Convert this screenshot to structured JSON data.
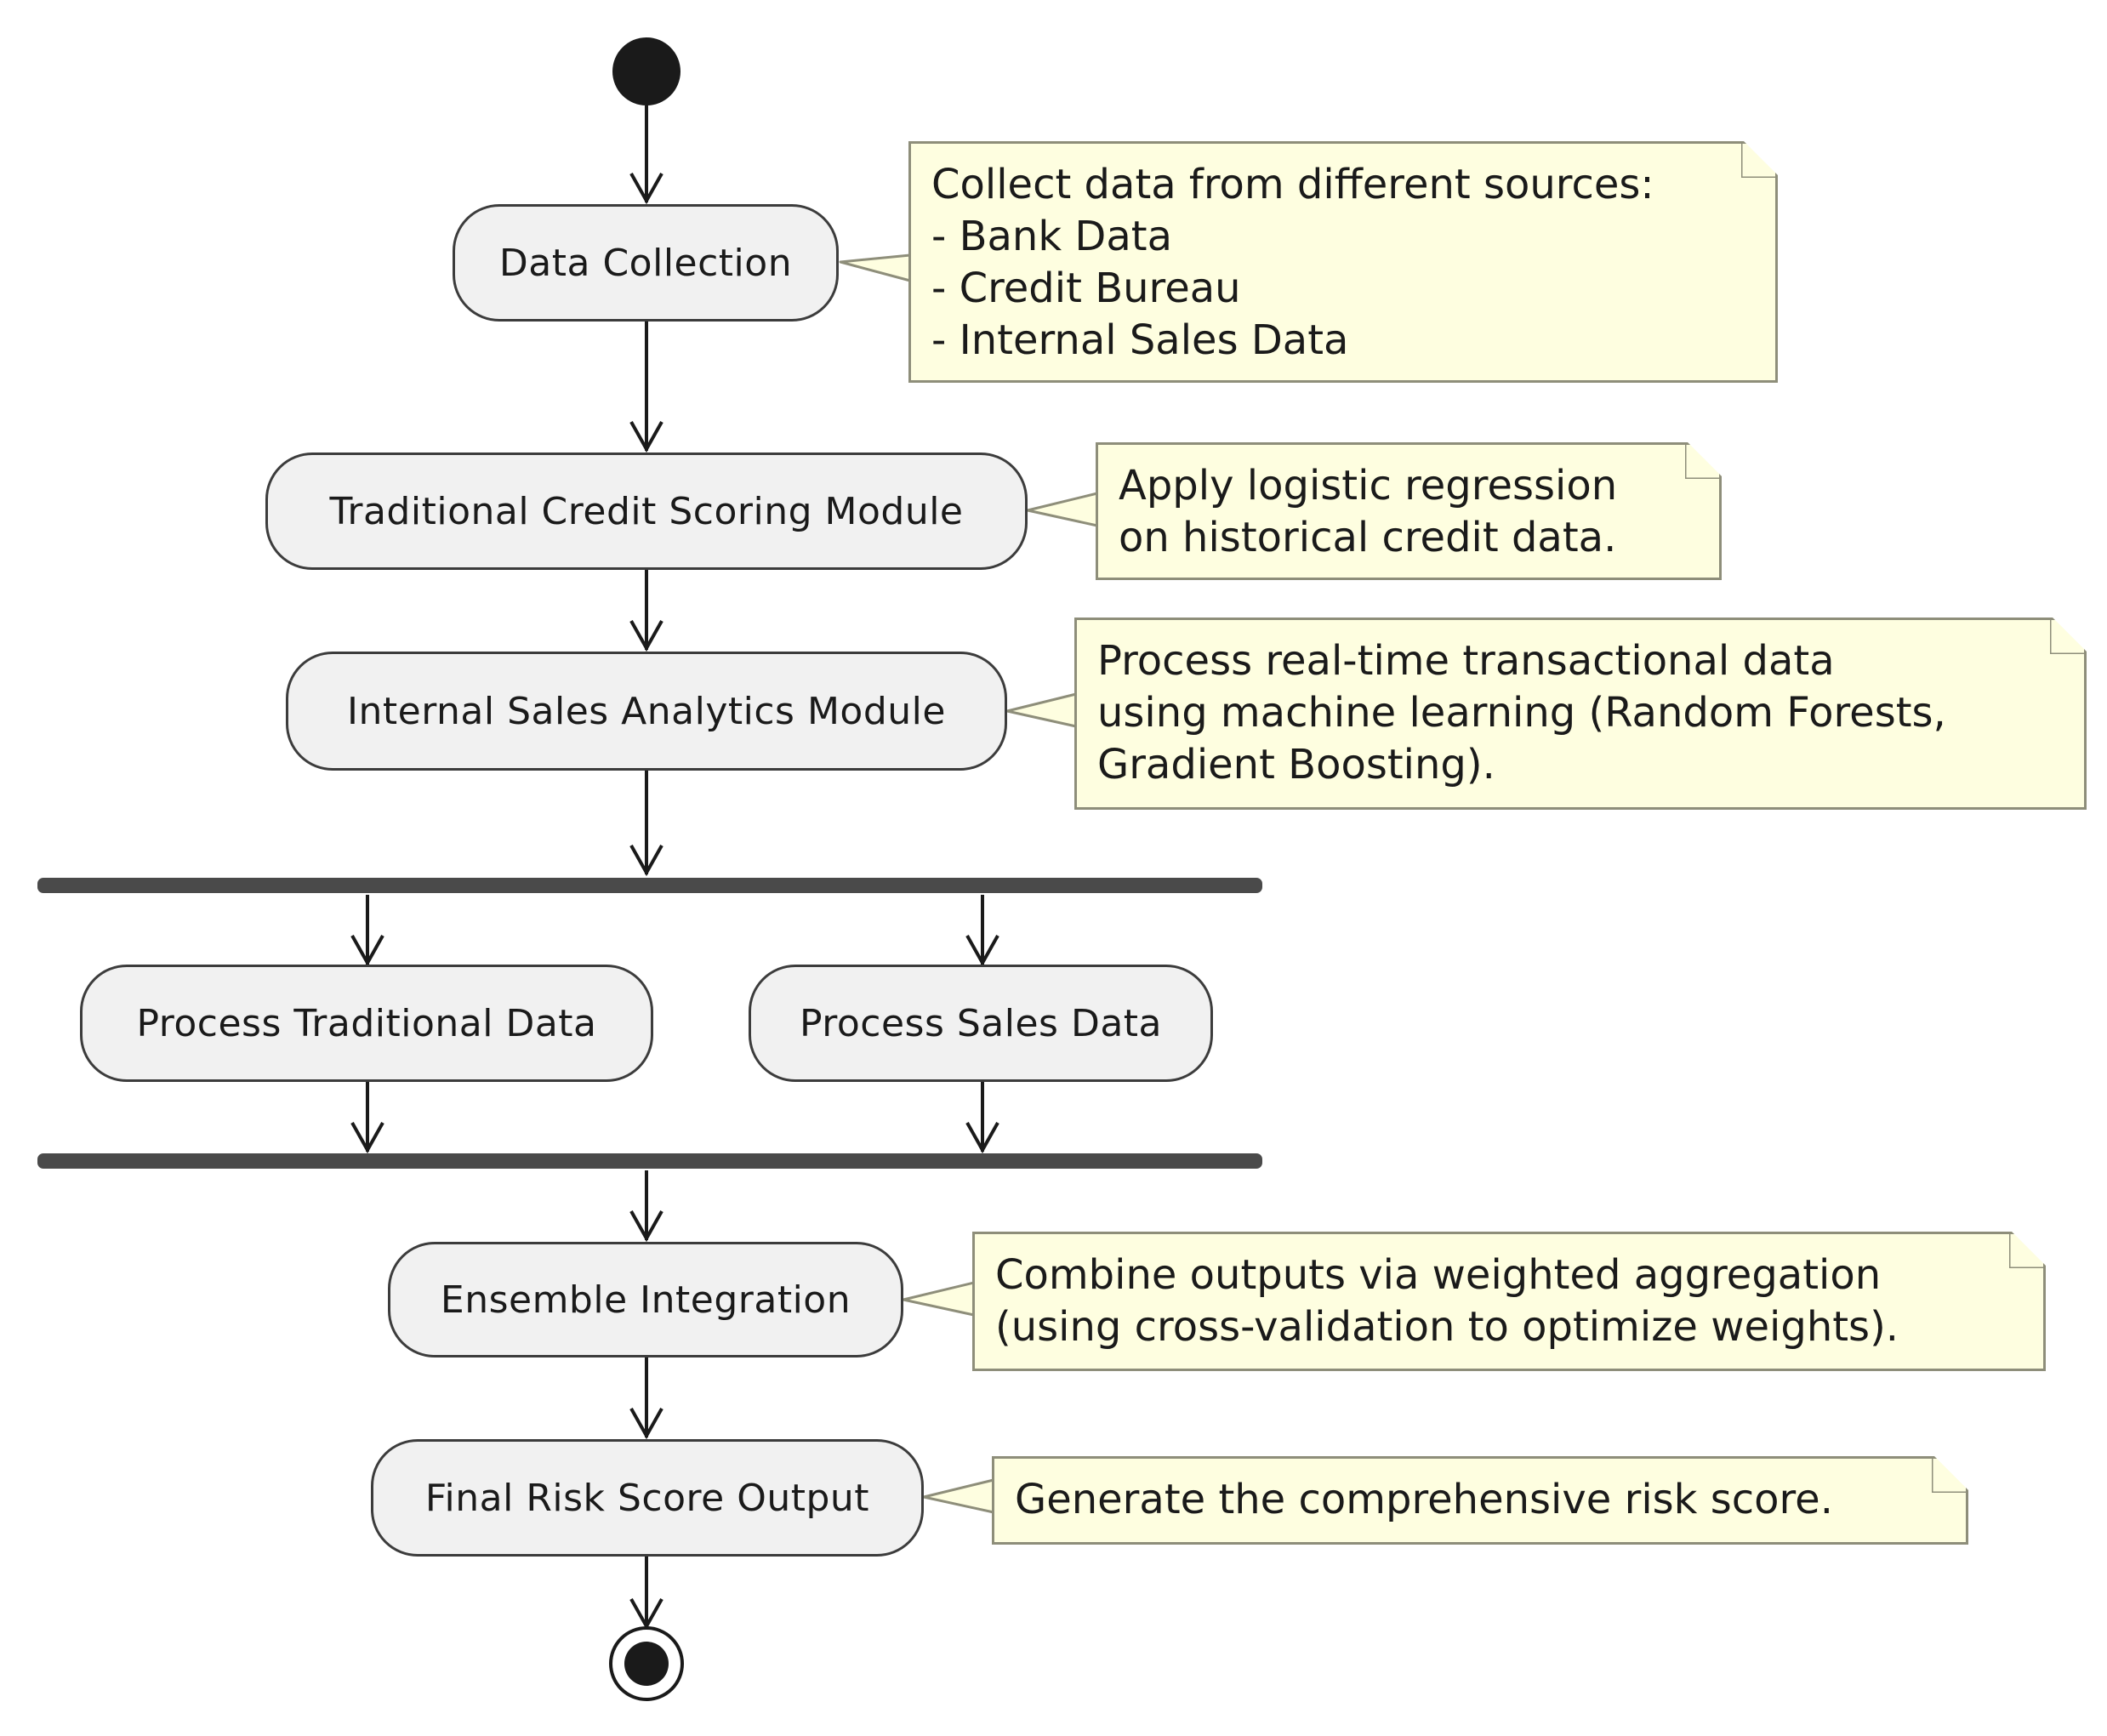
{
  "activities": {
    "data_collection": "Data Collection",
    "traditional_module": "Traditional Credit Scoring Module",
    "sales_module": "Internal Sales Analytics Module",
    "process_traditional": "Process Traditional Data",
    "process_sales": "Process Sales Data",
    "ensemble": "Ensemble Integration",
    "final_output": "Final Risk Score Output"
  },
  "notes": {
    "data_collection": [
      "Collect data from different sources:",
      "- Bank Data",
      "- Credit Bureau",
      "- Internal Sales Data"
    ],
    "traditional_module": [
      "Apply logistic regression",
      "on historical credit data."
    ],
    "sales_module": [
      "Process real-time transactional data",
      "using machine learning (Random Forests,",
      "Gradient Boosting)."
    ],
    "ensemble": [
      "Combine outputs via weighted aggregation",
      "(using cross-validation to optimize weights)."
    ],
    "final_output": [
      "Generate the comprehensive risk score."
    ]
  },
  "colors": {
    "activity_fill": "#f1f1f1",
    "note_fill": "#fefee0",
    "line": "#1a1a1a"
  }
}
